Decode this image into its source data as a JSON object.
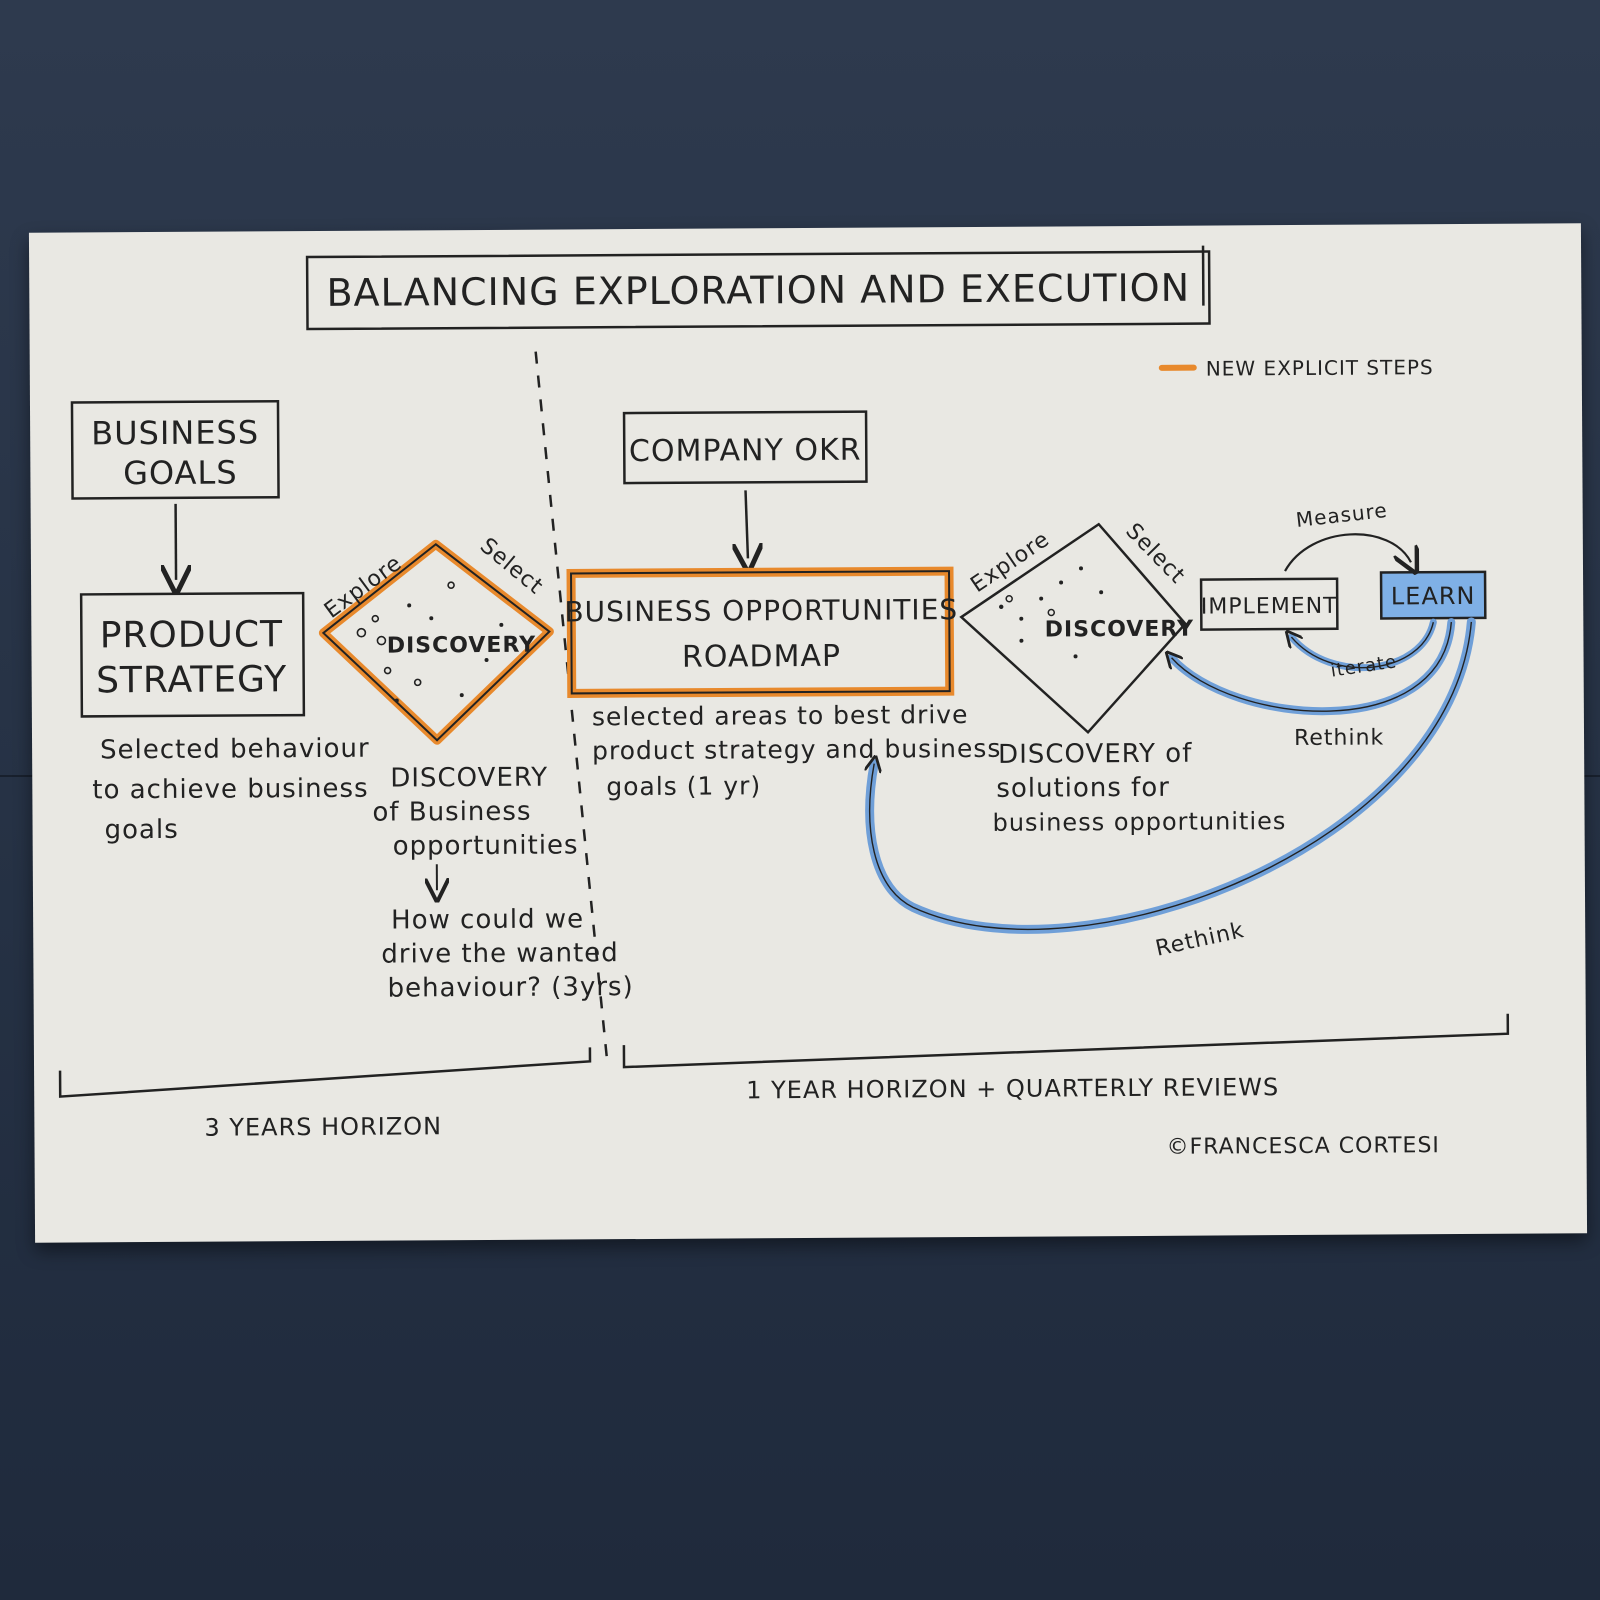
{
  "title": "BALANCING EXPLORATION AND EXECUTION",
  "legend": {
    "label": "NEW EXPLICIT STEPS",
    "swatch_color": "#e8892c"
  },
  "colors": {
    "ink": "#222222",
    "orange": "#e8892c",
    "blue": "#6f9fd8",
    "paper": "#e9e8e3"
  },
  "left": {
    "business_goals": [
      "BUSINESS",
      "GOALS"
    ],
    "product_strategy": [
      "PRODUCT",
      "STRATEGY"
    ],
    "product_strategy_note": [
      "Selected behaviour",
      "to achieve business",
      "goals"
    ],
    "discovery_label": "DISCOVERY",
    "explore_label": "Explore",
    "select_label": "Select",
    "discovery_note": [
      "DISCOVERY",
      "of Business",
      "opportunities"
    ],
    "question_note": [
      "How could we",
      "drive the wanted",
      "behaviour? (3yrs)"
    ],
    "horizon": "3 YEARS HORIZON"
  },
  "right": {
    "company_okr": "COMPANY OKR",
    "roadmap": [
      "BUSINESS OPPORTUNITIES",
      "ROADMAP"
    ],
    "roadmap_note": [
      "selected areas to best drive",
      "product strategy and business",
      "goals (1 yr)"
    ],
    "discovery_label": "DISCOVERY",
    "explore_label": "Explore",
    "select_label": "Select",
    "discovery_note": [
      "DISCOVERY of",
      "solutions for",
      "business opportunities"
    ],
    "implement": "IMPLEMENT",
    "learn": "LEARN",
    "measure": "Measure",
    "iterate": "iterate",
    "rethink_1": "Rethink",
    "rethink_2": "Rethink",
    "horizon": "1 YEAR HORIZON + QUARTERLY REVIEWS"
  },
  "credit": "©FRANCESCA CORTESI"
}
